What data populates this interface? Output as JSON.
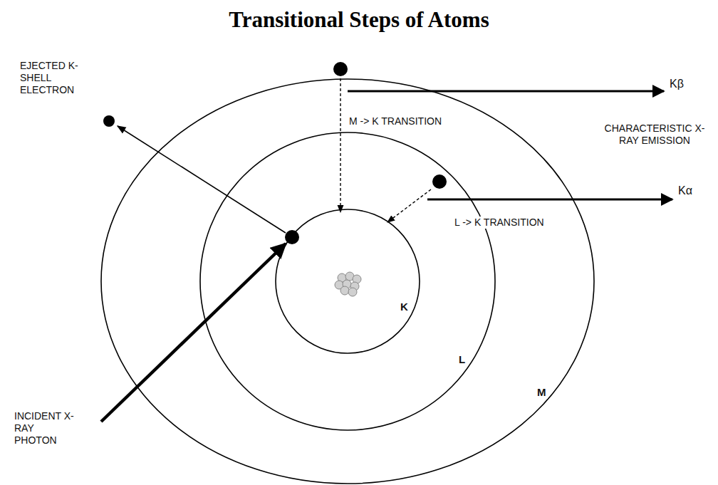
{
  "diagram": {
    "title": "Transitional Steps of Atoms",
    "nodes": [
      {
        "text": [
          "M"
        ]
      },
      {
        "text": [
          "L"
        ],
        "in": 0
      },
      {
        "text": [
          "K"
        ],
        "in": 1
      }
    ],
    "labels": [
      "EJECTED K-SHELL ELECTRON",
      "M -> K TRANSITION",
      "Kβ",
      "CHARACTERISTIC X- RAY EMISSION",
      "Kα",
      "L -> K TRANSITION",
      "INCIDENT X-RAY PHOTON"
    ]
  }
}
